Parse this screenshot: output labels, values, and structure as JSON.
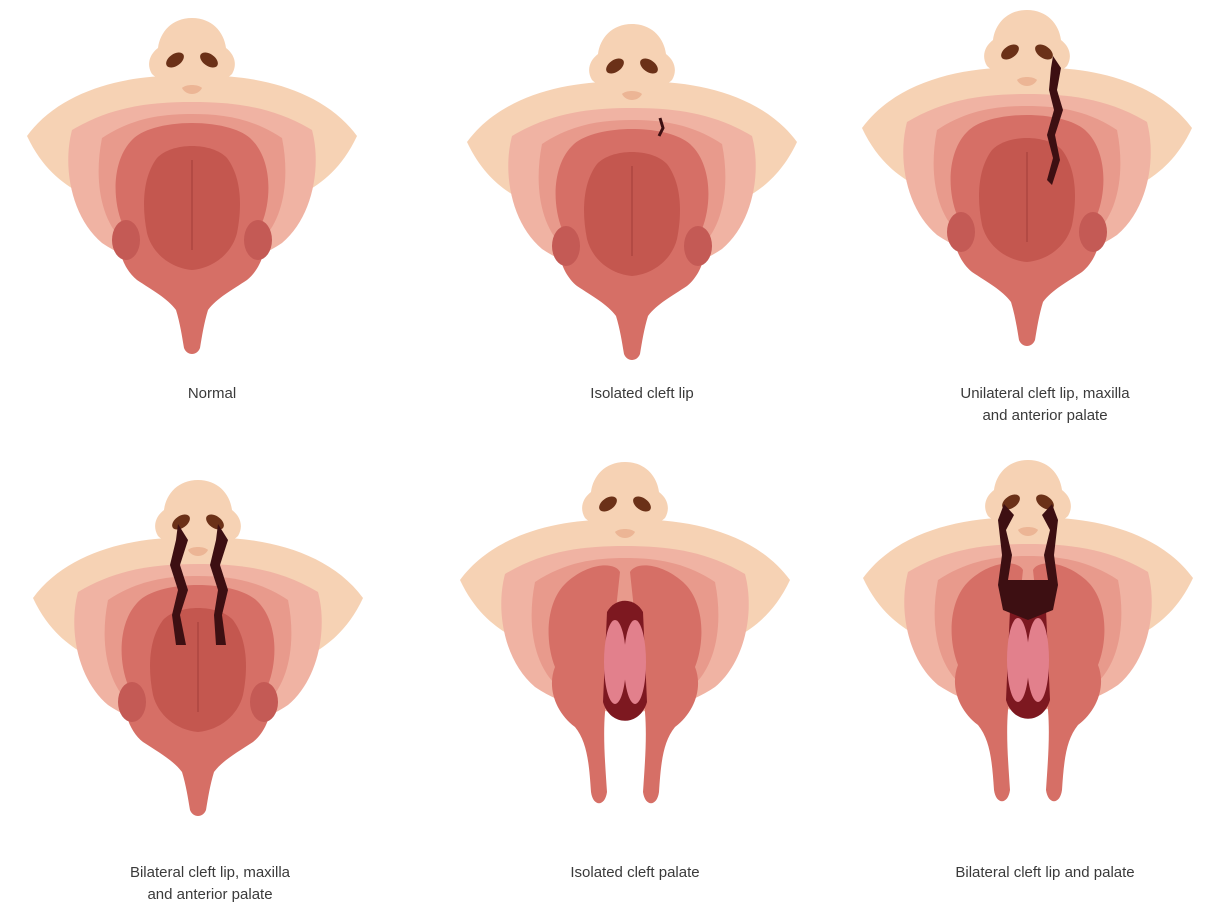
{
  "colors": {
    "skin": "#f6d2b4",
    "skin_shade": "#ecb595",
    "lip_outer": "#f0b3a3",
    "lip_mid": "#e89a8c",
    "gum": "#d66f66",
    "gum_dark": "#c45a55",
    "palate": "#c4574f",
    "palate_ridge": "#b34a44",
    "cleft": "#3d0f12",
    "cleft_mid": "#7d1820",
    "exposed_tissue": "#e2808c",
    "nostril": "#6b3118"
  },
  "panels": [
    {
      "id": "normal",
      "caption": [
        "Normal"
      ],
      "cleft": "none"
    },
    {
      "id": "isolated-cleft-lip",
      "caption": [
        "Isolated cleft lip"
      ],
      "cleft": "lip"
    },
    {
      "id": "unilateral",
      "caption": [
        "Unilateral cleft lip, maxilla",
        "and anterior palate"
      ],
      "cleft": "unilateral"
    },
    {
      "id": "bilateral-anterior",
      "caption": [
        "Bilateral cleft lip, maxilla",
        "and anterior palate"
      ],
      "cleft": "bilateral-anterior"
    },
    {
      "id": "isolated-cleft-palate",
      "caption": [
        "Isolated cleft palate"
      ],
      "cleft": "palate"
    },
    {
      "id": "bilateral-complete",
      "caption": [
        "Bilateral cleft lip and palate"
      ],
      "cleft": "bilateral-complete"
    }
  ]
}
